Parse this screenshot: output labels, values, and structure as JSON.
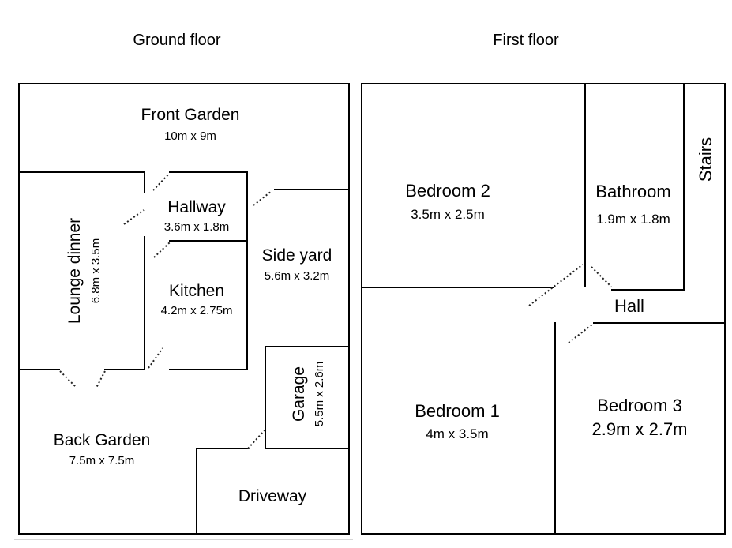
{
  "floors": {
    "ground": {
      "title": "Ground floor",
      "rooms": {
        "front_garden": {
          "name": "Front Garden",
          "dims": "10m x 9m"
        },
        "lounge_dinner": {
          "name": "Lounge dinner",
          "dims": "6.8m x 3.5m"
        },
        "hallway": {
          "name": "Hallway",
          "dims": "3.6m x 1.8m"
        },
        "kitchen": {
          "name": "Kitchen",
          "dims": "4.2m x 2.75m"
        },
        "side_yard": {
          "name": "Side yard",
          "dims": "5.6m x 3.2m"
        },
        "garage": {
          "name": "Garage",
          "dims": "5.5m x 2.6m"
        },
        "back_garden": {
          "name": "Back Garden",
          "dims": "7.5m x 7.5m"
        },
        "driveway": {
          "name": "Driveway"
        }
      }
    },
    "first": {
      "title": "First floor",
      "rooms": {
        "bedroom2": {
          "name": "Bedroom 2",
          "dims": "3.5m x 2.5m"
        },
        "bathroom": {
          "name": "Bathroom",
          "dims": "1.9m x 1.8m"
        },
        "stairs": {
          "name": "Stairs"
        },
        "hall": {
          "name": "Hall"
        },
        "bedroom1": {
          "name": "Bedroom 1",
          "dims": "4m x 3.5m"
        },
        "bedroom3": {
          "name": "Bedroom 3",
          "dims": "2.9m x 2.7m"
        }
      }
    }
  }
}
